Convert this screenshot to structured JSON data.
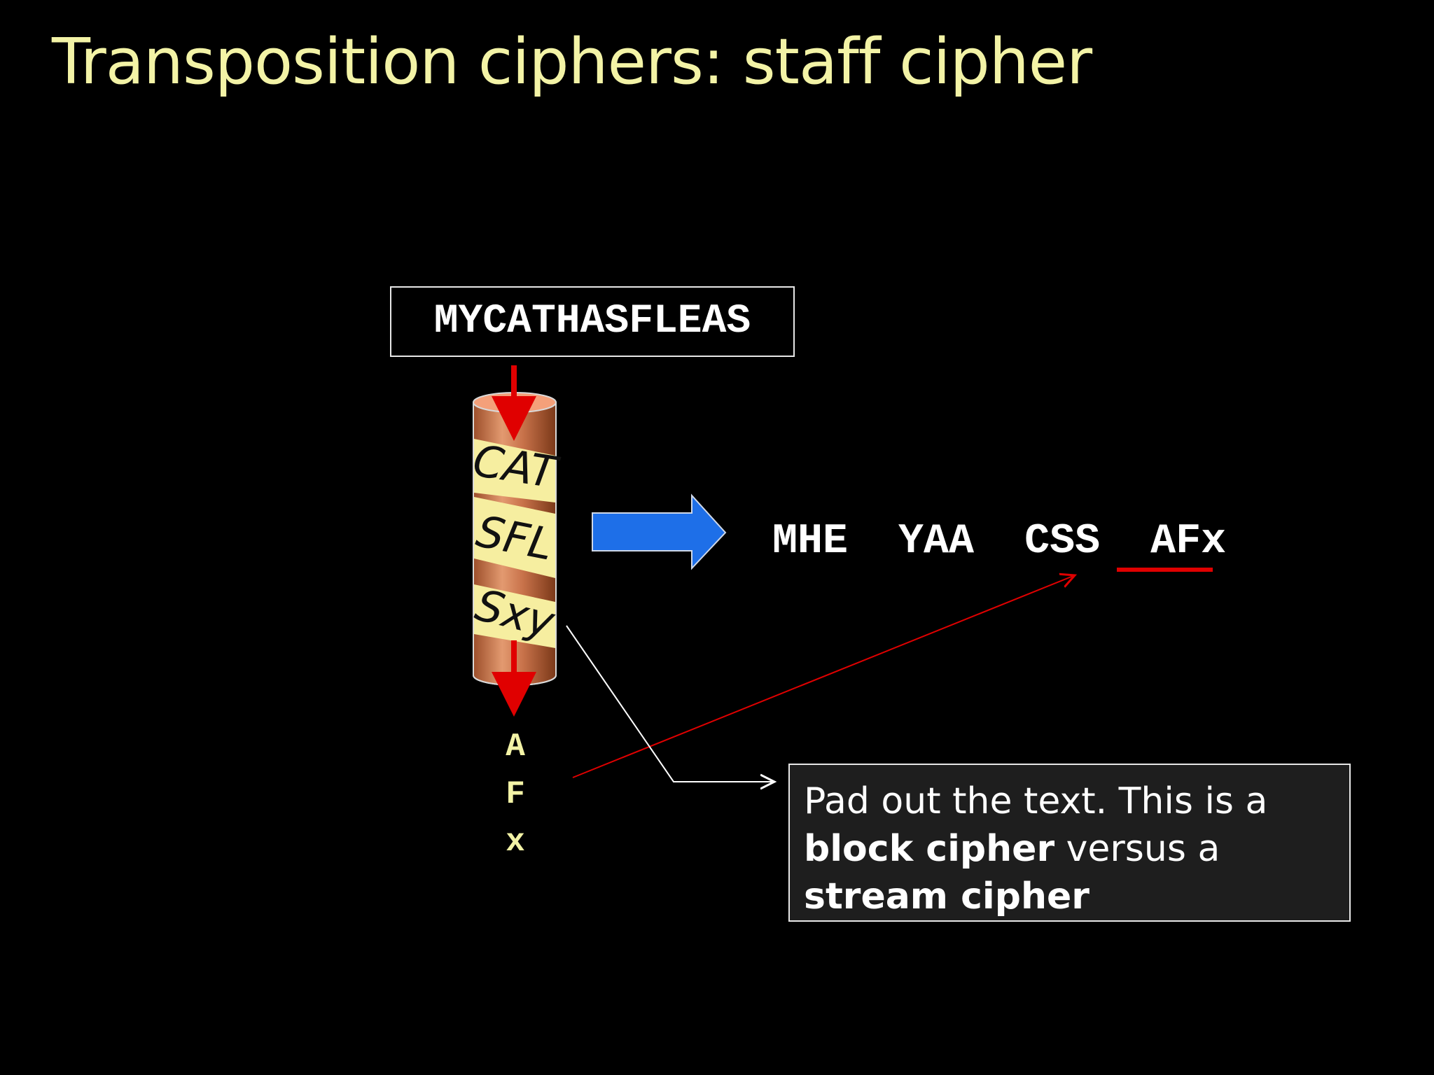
{
  "title": "Transposition ciphers: staff cipher",
  "plaintext": "MYCATHASFLEAS",
  "staff": {
    "rows": [
      "CAT",
      "SFL",
      "Sxy"
    ],
    "wood_color": "#c8724a",
    "strip_color": "#f6eea0"
  },
  "ciphertext": {
    "groups": [
      "MHE",
      "YAA",
      "CSS",
      "AFx"
    ],
    "highlighted_group": "AFx"
  },
  "padding": [
    "A",
    "F",
    "x"
  ],
  "callout": {
    "line1": "Pad out the text. This is a",
    "bold1": "block cipher",
    "mid": " versus a",
    "bold2": "stream cipher"
  },
  "colors": {
    "background": "#000000",
    "title": "#f3f3a6",
    "arrow_blue": "#1e6fe8",
    "arrow_red": "#e00000"
  },
  "icons": [
    "right-block-arrow-icon",
    "down-arrow-icon"
  ]
}
